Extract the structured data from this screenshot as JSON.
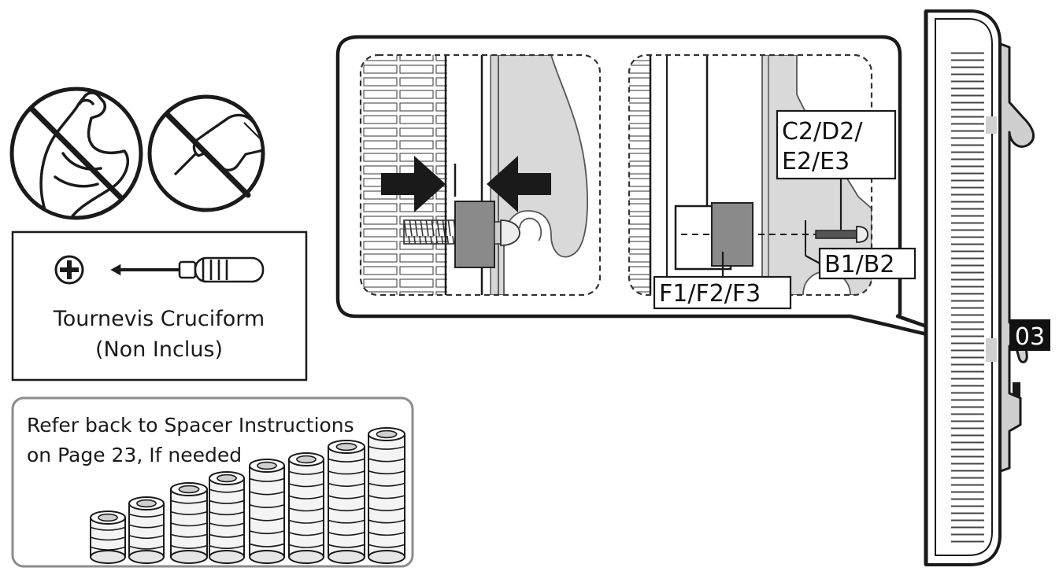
{
  "tool_box": {
    "tool_name_line1": "Tournevis Cruciform",
    "tool_name_line2": "(Non Inclus)"
  },
  "spacer_note": {
    "line1": "Refer back to Spacer Instructions",
    "line2": "on Page 23, If needed"
  },
  "callout_labels": {
    "bolt_line1": "C2/D2/",
    "bolt_line2": "E2/E3",
    "washer": "B1/B2",
    "spacer": "F1/F2/F3"
  },
  "step_badge": "03",
  "icons": [
    "no-force-icon",
    "no-power-drill-icon",
    "phillips-head-icon",
    "screwdriver-icon"
  ]
}
